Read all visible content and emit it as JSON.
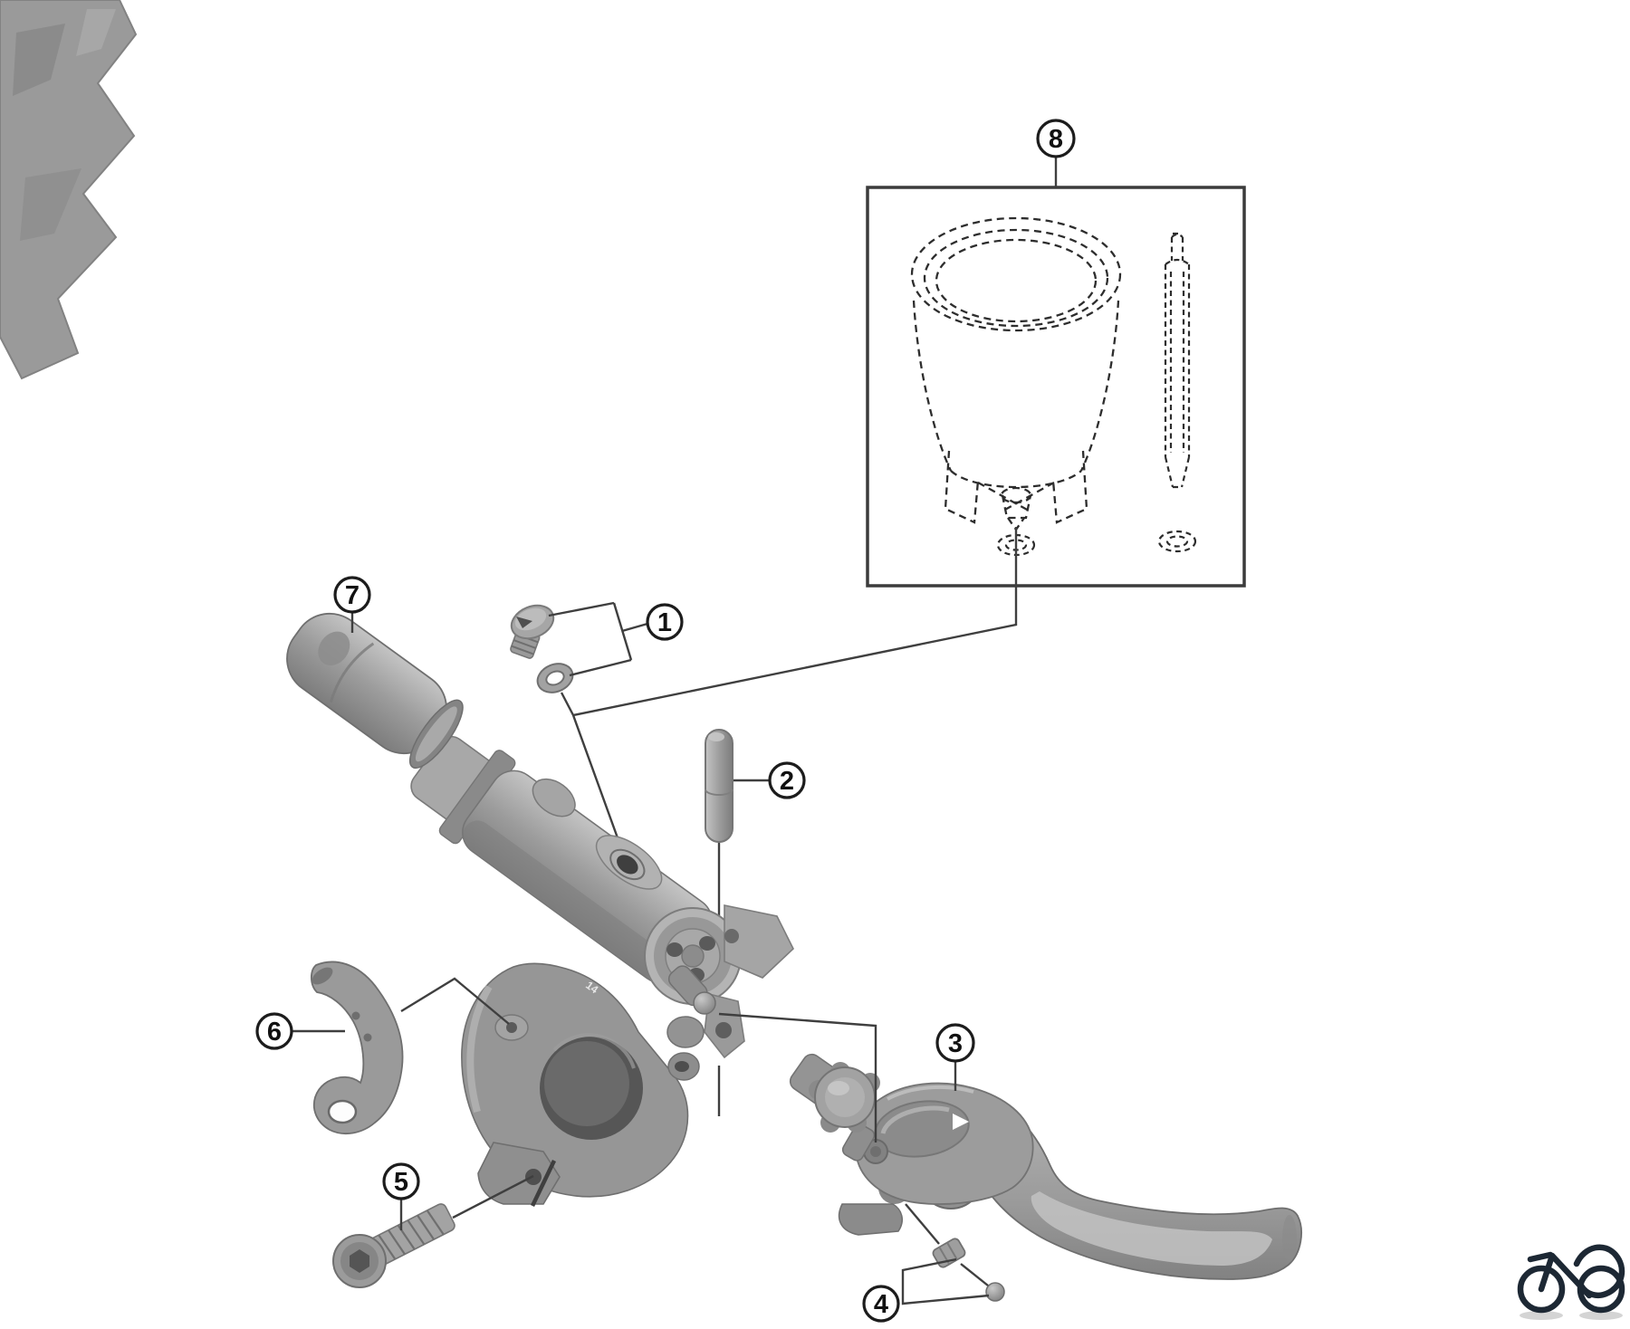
{
  "diagram": {
    "type": "exploded-parts-diagram",
    "subject": "Hydraulic disc brake lever assembly",
    "background": "#ffffff",
    "line_color": "#3f3f3f",
    "part_fill": "#9c9c9c",
    "callouts": [
      {
        "label": "1",
        "part": "bleed-screw-and-o-ring"
      },
      {
        "label": "2",
        "part": "connecting-pin"
      },
      {
        "label": "3",
        "part": "brake-lever-blade-assembly"
      },
      {
        "label": "4",
        "part": "pushrod-nut-and-ball"
      },
      {
        "label": "5",
        "part": "clamp-bolt"
      },
      {
        "label": "6",
        "part": "clamp-band"
      },
      {
        "label": "7",
        "part": "lever-end-cap"
      },
      {
        "label": "8",
        "part": "bleed-funnel-unit"
      }
    ],
    "inset": {
      "callout": "8",
      "style": "dashed-outline-box",
      "contents": [
        "bleed-funnel",
        "funnel-o-ring",
        "oil-stopper-plug",
        "stopper-o-ring"
      ]
    },
    "body_marking": "14",
    "logo": {
      "name": "bicycle-logo",
      "color": "#1d2834"
    }
  }
}
